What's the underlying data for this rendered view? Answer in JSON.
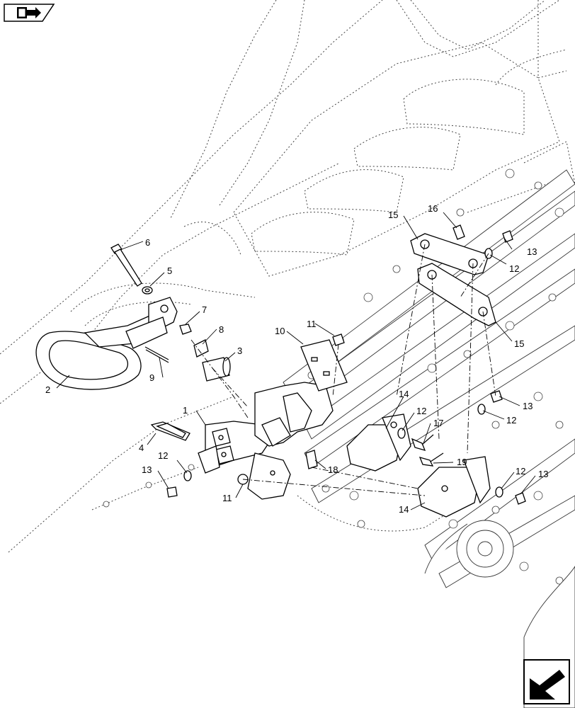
{
  "icons": {
    "top_left": "manual-book-arrow-icon",
    "bottom_right": "next-page-arrow-icon"
  },
  "callouts": {
    "c1": "1",
    "c2": "2",
    "c3": "3",
    "c4": "4",
    "c5": "5",
    "c6": "6",
    "c7": "7",
    "c8": "8",
    "c9": "9",
    "c10": "10",
    "c11a": "11",
    "c11b": "11",
    "c12a": "12",
    "c12b": "12",
    "c12c": "12",
    "c12d": "12",
    "c12e": "12",
    "c13a": "13",
    "c13b": "13",
    "c13c": "13",
    "c13d": "13",
    "c14a": "14",
    "c14b": "14",
    "c15a": "15",
    "c15b": "15",
    "c16": "16",
    "c17": "17",
    "c18": "18",
    "c19": "19"
  }
}
